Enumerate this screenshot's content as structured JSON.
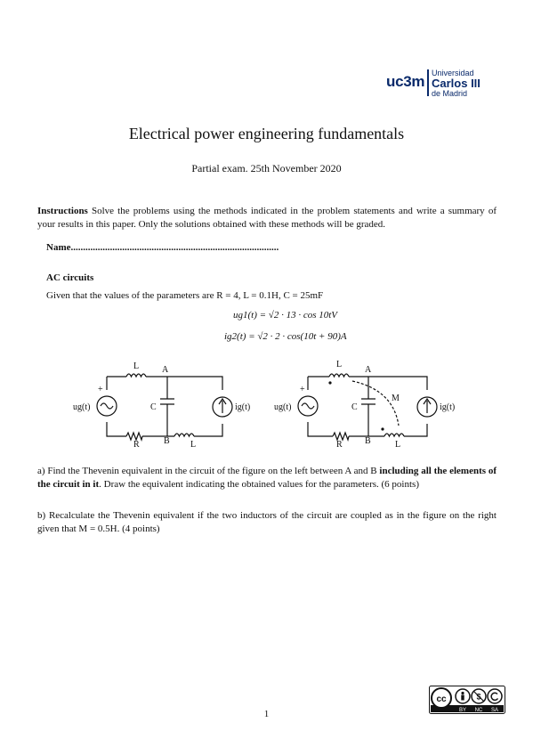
{
  "logo": {
    "uc3m": "uc3m",
    "line1": "Universidad",
    "line2": "Carlos III",
    "line3": "de Madrid"
  },
  "title": "Electrical power engineering fundamentals",
  "subtitle": "Partial exam. 25th November 2020",
  "instructions": {
    "label": "Instructions",
    "text": " Solve the problems using the methods indicated in the problem statements and write a summary of your results in this paper. Only the solutions obtained with these methods will be graded."
  },
  "name_line": "Name.....................................................................................",
  "section": "AC circuits",
  "given": "Given that the values of the parameters are R = 4, L = 0.1H, C = 25mF",
  "equations": {
    "eq1": "ug1(t) = √2 · 13 · cos 10tV",
    "eq2": "ig2(t) = √2 · 2 · cos(10t + 90)A"
  },
  "circuit_labels": {
    "left": {
      "L_top": "L",
      "A": "A",
      "plus": "+",
      "ug": "ug(t)",
      "C": "C",
      "ig": "ig(t)",
      "R": "R",
      "B": "B",
      "L_bottom": "L"
    },
    "right": {
      "L_top": "L",
      "A": "A",
      "plus": "+",
      "ug": "ug(t)",
      "C": "C",
      "M": "M",
      "ig": "ig(t)",
      "R": "R",
      "B": "B",
      "L_bottom": "L"
    }
  },
  "problems": {
    "a_text1": "a) Find the Thevenin equivalent in the circuit of the figure on the left between A and B ",
    "a_bold": "including all the elements of the circuit in it",
    "a_text2": ". Draw the equivalent indicating the obtained values for the parameters. (6 points)",
    "b_text": "b) Recalculate the Thevenin equivalent if the two inductors of the circuit are coupled as in the figure on the right given that M = 0.5H. (4 points)"
  },
  "license": {
    "cc": "cc",
    "by": "BY",
    "nc": "NC",
    "sa": "SA"
  },
  "page_number": "1"
}
